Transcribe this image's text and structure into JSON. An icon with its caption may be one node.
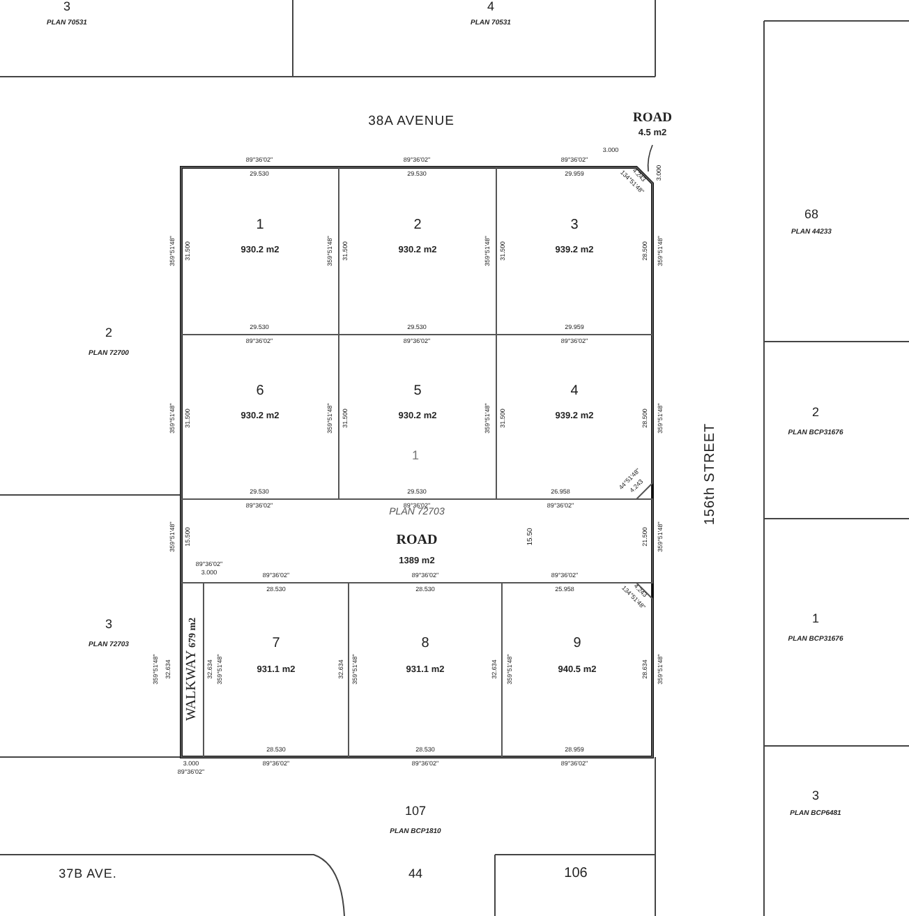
{
  "diagram": {
    "nodes": [
      {
        "text": [
          "1",
          "930.2 m2"
        ]
      },
      {
        "text": [
          "2",
          "930.2 m2"
        ]
      },
      {
        "text": [
          "3",
          "939.2 m2"
        ]
      },
      {
        "text": [
          "6",
          "930.2 m2"
        ]
      },
      {
        "text": [
          "5",
          "930.2 m2"
        ]
      },
      {
        "text": [
          "4",
          "939.2 m2"
        ]
      },
      {
        "text": [
          "PLAN 72703",
          "ROAD",
          "1389 m2"
        ]
      },
      {
        "text": [
          "WALKWAY",
          "679 m2"
        ]
      },
      {
        "text": [
          "7",
          "931.1 m2"
        ]
      },
      {
        "text": [
          "8",
          "931.1 m2"
        ]
      },
      {
        "text": [
          "9",
          "940.5 m2"
        ]
      },
      {
        "text": [
          "ROAD",
          "4.5 m2"
        ]
      }
    ],
    "edges": [
      {
        "from": 11,
        "to": 2,
        "arrow": "none"
      }
    ],
    "labels": [
      "3",
      "PLAN 70531",
      "4",
      "PLAN 70531",
      "38A AVENUE",
      "68",
      "PLAN 44233",
      "2",
      "PLAN 72700",
      "2",
      "PLAN BCP31676",
      "156th STREET",
      "3",
      "PLAN 72703",
      "1",
      "PLAN BCP31676",
      "3",
      "PLAN BCP6481",
      "107",
      "PLAN BCP1810",
      "37B AVE.",
      "44",
      "106",
      "1",
      "15.50",
      "89°36'02\"",
      "89°36'02\"",
      "89°36'02\"",
      "29.530",
      "29.530",
      "29.959",
      "29.530",
      "29.530",
      "29.959",
      "89°36'02\"",
      "89°36'02\"",
      "89°36'02\"",
      "29.530",
      "29.530",
      "26.958",
      "89°36'02\"",
      "89°36'02\"",
      "89°36'02\"",
      "89°36'02\"",
      "89°36'02\"",
      "89°36'02\"",
      "28.530",
      "28.530",
      "25.958",
      "89°36'02\"",
      "3.000",
      "28.530",
      "28.530",
      "28.959",
      "3.000",
      "89°36'02\"",
      "89°36'02\"",
      "89°36'02\"",
      "89°36'02\"",
      "359°51'48\"",
      "31.500",
      "359°51'48\"",
      "31.500",
      "359°51'48\"",
      "31.500",
      "28.500",
      "359°51'48\"",
      "359°51'48\"",
      "31.500",
      "359°51'48\"",
      "31.500",
      "359°51'48\"",
      "31.500",
      "28.500",
      "359°51'48\"",
      "359°51'48\"",
      "15.500",
      "21.500",
      "359°51'48\"",
      "359°51'48\"",
      "32.634",
      "32.634",
      "359°51'48\"",
      "32.634",
      "359°51'48\"",
      "32.634",
      "359°51'48\"",
      "28.634",
      "359°51'48\"",
      "3.000",
      "4.243",
      "3.000",
      "134°51'48\"",
      "44°51'48\"",
      "4.243",
      "4.243",
      "134°51'48\""
    ]
  }
}
